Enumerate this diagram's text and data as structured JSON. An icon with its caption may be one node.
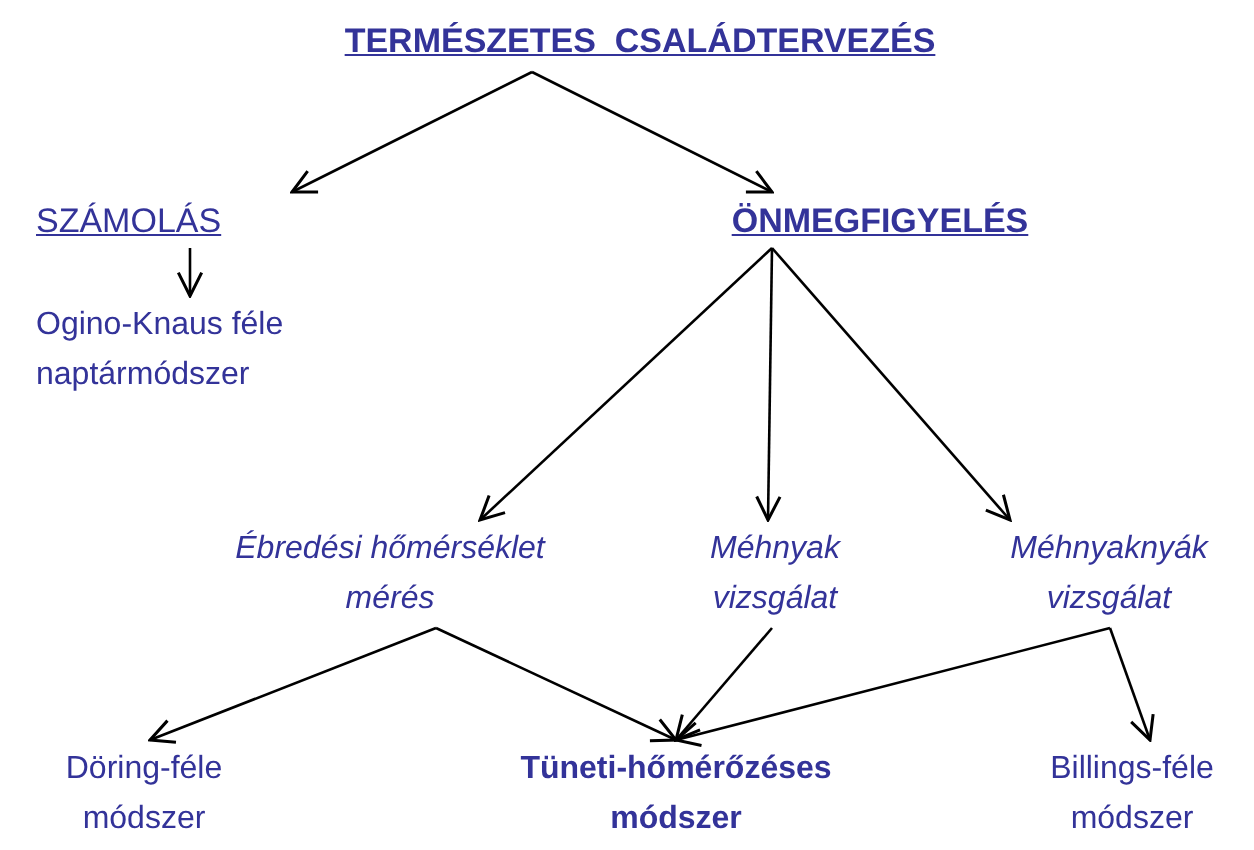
{
  "diagram": {
    "nodes": [
      {
        "text": [
          "TERMÉSZETES  CSALÁDTERVEZÉS"
        ]
      },
      {
        "text": [
          "SZÁMOLÁS"
        ]
      },
      {
        "text": [
          "ÖNMEGFIGYELÉS"
        ]
      },
      {
        "text": [
          "Ogino-Knaus féle naptármódszer"
        ]
      },
      {
        "text": [
          "Ébredési hőmérséklet mérés"
        ]
      },
      {
        "text": [
          "Méhnyak vizsgálat"
        ]
      },
      {
        "text": [
          "Méhnyaknyák vizsgálat"
        ]
      },
      {
        "text": [
          "Döring-féle módszer"
        ]
      },
      {
        "text": [
          "Tüneti-hőmérőzéses módszer"
        ]
      },
      {
        "text": [
          "Billings-féle módszer"
        ]
      }
    ],
    "edges": [
      {
        "from": 0,
        "to": 1,
        "arrow": "to"
      },
      {
        "from": 0,
        "to": 2,
        "arrow": "to"
      },
      {
        "from": 1,
        "to": 3,
        "arrow": "to"
      },
      {
        "from": 2,
        "to": 4,
        "arrow": "to"
      },
      {
        "from": 2,
        "to": 5,
        "arrow": "to"
      },
      {
        "from": 2,
        "to": 6,
        "arrow": "to"
      },
      {
        "from": 4,
        "to": 7,
        "arrow": "to"
      },
      {
        "from": 4,
        "to": 8,
        "arrow": "to"
      },
      {
        "from": 5,
        "to": 8,
        "arrow": "to"
      },
      {
        "from": 6,
        "to": 8,
        "arrow": "to"
      },
      {
        "from": 6,
        "to": 9,
        "arrow": "to"
      }
    ]
  }
}
